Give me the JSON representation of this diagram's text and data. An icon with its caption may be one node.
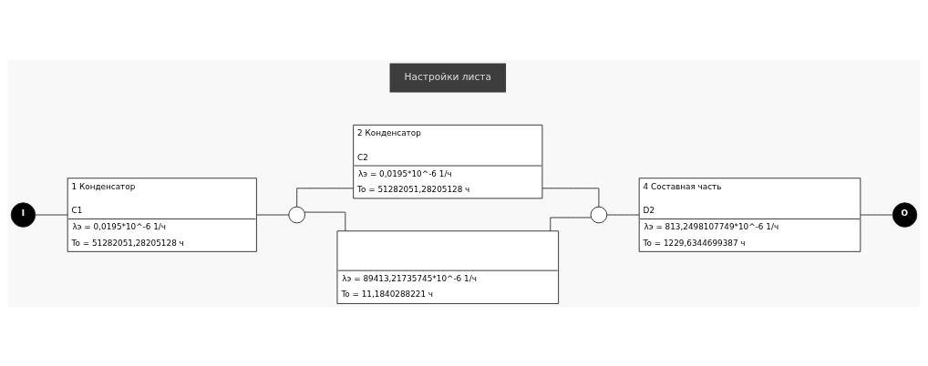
{
  "diagram": {
    "nodes": [
      {
        "text": [
          "I"
        ]
      },
      {
        "text": [
          "1 Конденсатор",
          "C1",
          "λэ = 0,0195*10^-6 1/ч",
          "To = 51282051,28205128 ч"
        ]
      },
      {
        "text": [],
        "shape": "circle"
      },
      {
        "text": [
          "2 Конденсатор",
          "C2",
          "λэ = 0,0195*10^-6 1/ч",
          "To = 51282051,28205128 ч"
        ]
      },
      {
        "text": [
          "λэ = 89413,21735745*10^-6 1/ч",
          "To = 11,1840288221 ч"
        ]
      },
      {
        "text": [],
        "shape": "circle"
      },
      {
        "text": [
          "4 Составная часть",
          "D2",
          "λэ = 813,2498107749*10^-6 1/ч",
          "To = 1229,6344699387 ч"
        ]
      },
      {
        "text": [
          "O"
        ]
      }
    ],
    "edges": [
      {
        "from": 0,
        "to": 1,
        "arrow": "none"
      },
      {
        "from": 1,
        "to": 2,
        "arrow": "none"
      },
      {
        "from": 2,
        "to": 3,
        "arrow": "none"
      },
      {
        "from": 2,
        "to": 4,
        "arrow": "none"
      },
      {
        "from": 3,
        "to": 5,
        "arrow": "none"
      },
      {
        "from": 4,
        "to": 5,
        "arrow": "none"
      },
      {
        "from": 5,
        "to": 6,
        "arrow": "none"
      },
      {
        "from": 6,
        "to": 7,
        "arrow": "none"
      }
    ],
    "labels": [
      "Настройки листа"
    ]
  }
}
